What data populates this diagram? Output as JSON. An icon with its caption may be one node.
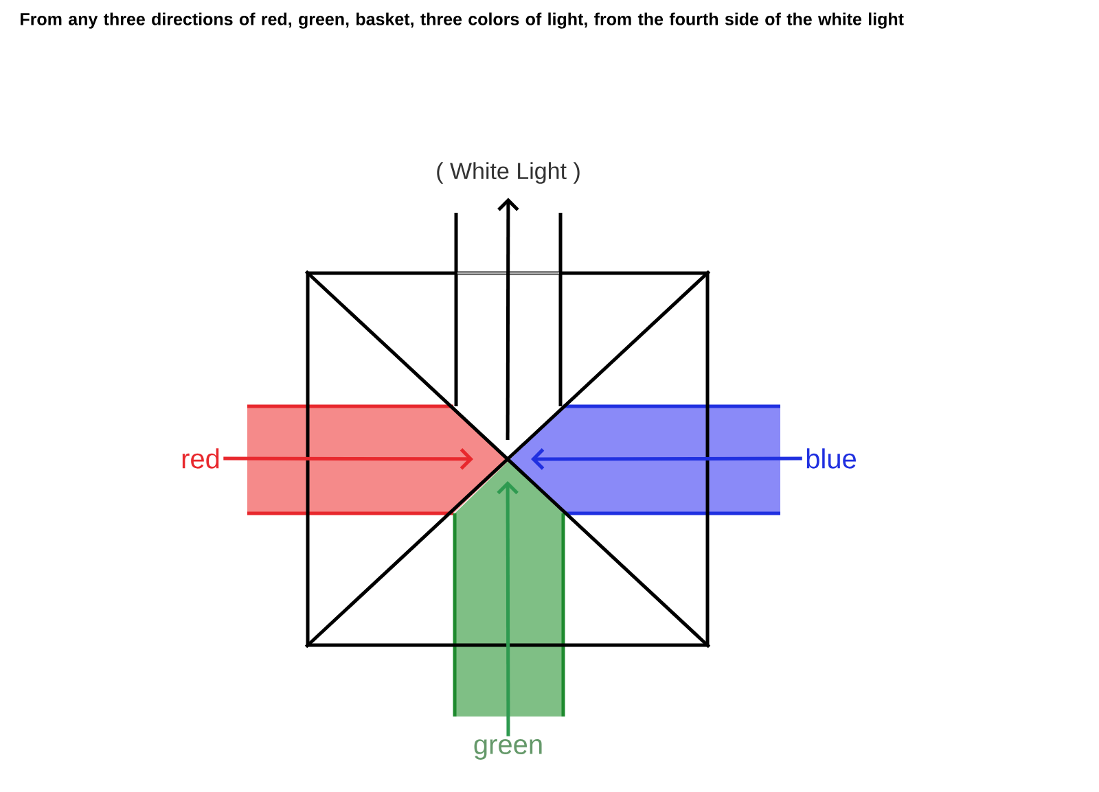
{
  "diagram": {
    "title": "From any three directions of red, green, basket, three colors of light, from the fourth side of the white light",
    "nodes": [
      {
        "text": [
          "red"
        ]
      },
      {
        "text": [
          "blue"
        ]
      },
      {
        "text": [
          "green"
        ]
      },
      {
        "text": [
          "( White Light )"
        ]
      },
      {
        "text": [],
        "shape": "box"
      }
    ],
    "edges": [
      {
        "from": 0,
        "to": 4,
        "arrow": "to",
        "color": "#e8282d"
      },
      {
        "from": 1,
        "to": 4,
        "arrow": "to",
        "color": "#2030e0"
      },
      {
        "from": 2,
        "to": 4,
        "arrow": "to",
        "color": "#2f9a50"
      },
      {
        "from": 4,
        "to": 3,
        "arrow": "to",
        "color": "#000000"
      }
    ]
  }
}
